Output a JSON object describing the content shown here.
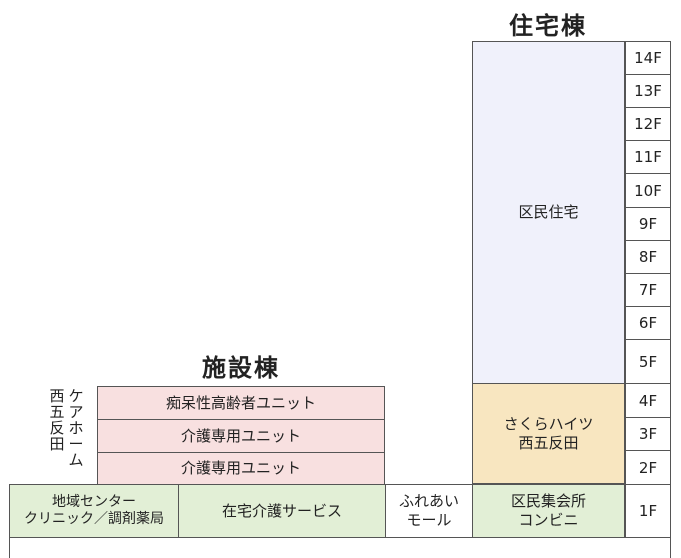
{
  "titles": {
    "residential": "住宅棟",
    "facility": "施設棟"
  },
  "residential": {
    "upper": "区民住宅",
    "middle": [
      "さくらハイツ",
      "西五反田"
    ]
  },
  "floors": [
    "14F",
    "13F",
    "12F",
    "11F",
    "10F",
    "9F",
    "8F",
    "7F",
    "6F",
    "5F",
    "4F",
    "3F",
    "2F",
    "1F"
  ],
  "group_home": {
    "label_col1": [
      "西",
      "五",
      "反",
      "田"
    ],
    "label_col2": [
      "ケ",
      "ア",
      "ホ",
      "ー",
      "ム"
    ],
    "units": [
      "痴呆性高齢者ユニット",
      "介護専用ユニット",
      "介護専用ユニット"
    ]
  },
  "ground_floor": {
    "clinic": [
      "地域センター",
      "クリニック／調剤薬局"
    ],
    "care_service": "在宅介護サービス",
    "mall": [
      "ふれあい",
      "モール"
    ],
    "hall": [
      "区民集会所",
      "コンビニ"
    ]
  }
}
